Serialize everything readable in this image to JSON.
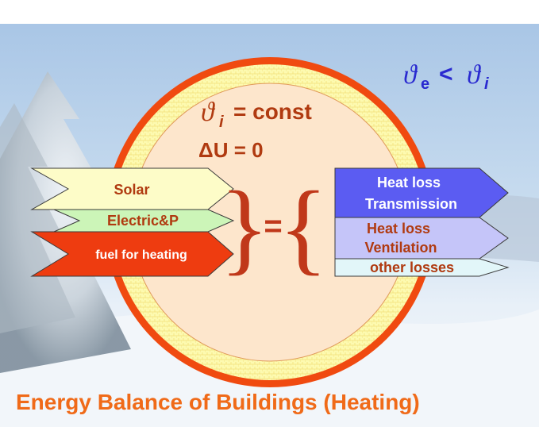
{
  "inequality": {
    "theta_e": "ϑ",
    "sub_e": "e",
    "lt": "<",
    "theta_i": "ϑ",
    "sub_i": "i"
  },
  "conditions": {
    "theta_const_sym": "ϑ",
    "theta_const_sub": "i",
    "theta_const_rest": "= const",
    "delta_u": "ΔU = 0"
  },
  "gains": [
    {
      "label": "Solar",
      "fill": "#fdfcc8",
      "text_color": "#b03a10"
    },
    {
      "label": "Electric&P",
      "fill": "#ccf5b8",
      "text_color": "#b03a10"
    },
    {
      "label": "fuel for heating",
      "fill": "#ee3c10",
      "text_color": "#ffffff"
    }
  ],
  "losses": [
    {
      "label1": "Heat loss",
      "label2": "Transmission",
      "fill": "#5b5cf2",
      "text_color": "#ffffff"
    },
    {
      "label1": "Heat loss",
      "label2": "Ventilation",
      "fill": "#c5c5f9",
      "text_color": "#b03a10"
    },
    {
      "label1": "other losses",
      "label2": "",
      "fill": "#e2f6f9",
      "text_color": "#b03a10"
    }
  ],
  "balance": {
    "left_brace": "}",
    "equals": "=",
    "right_brace": "{"
  },
  "footer": {
    "title": "Energy Balance of Buildings (Heating)"
  },
  "colors": {
    "accent_red": "#b03a10",
    "footer_orange": "#f06a18",
    "circle_ring": "#f04a10",
    "blue_text": "#2a2ad0"
  }
}
